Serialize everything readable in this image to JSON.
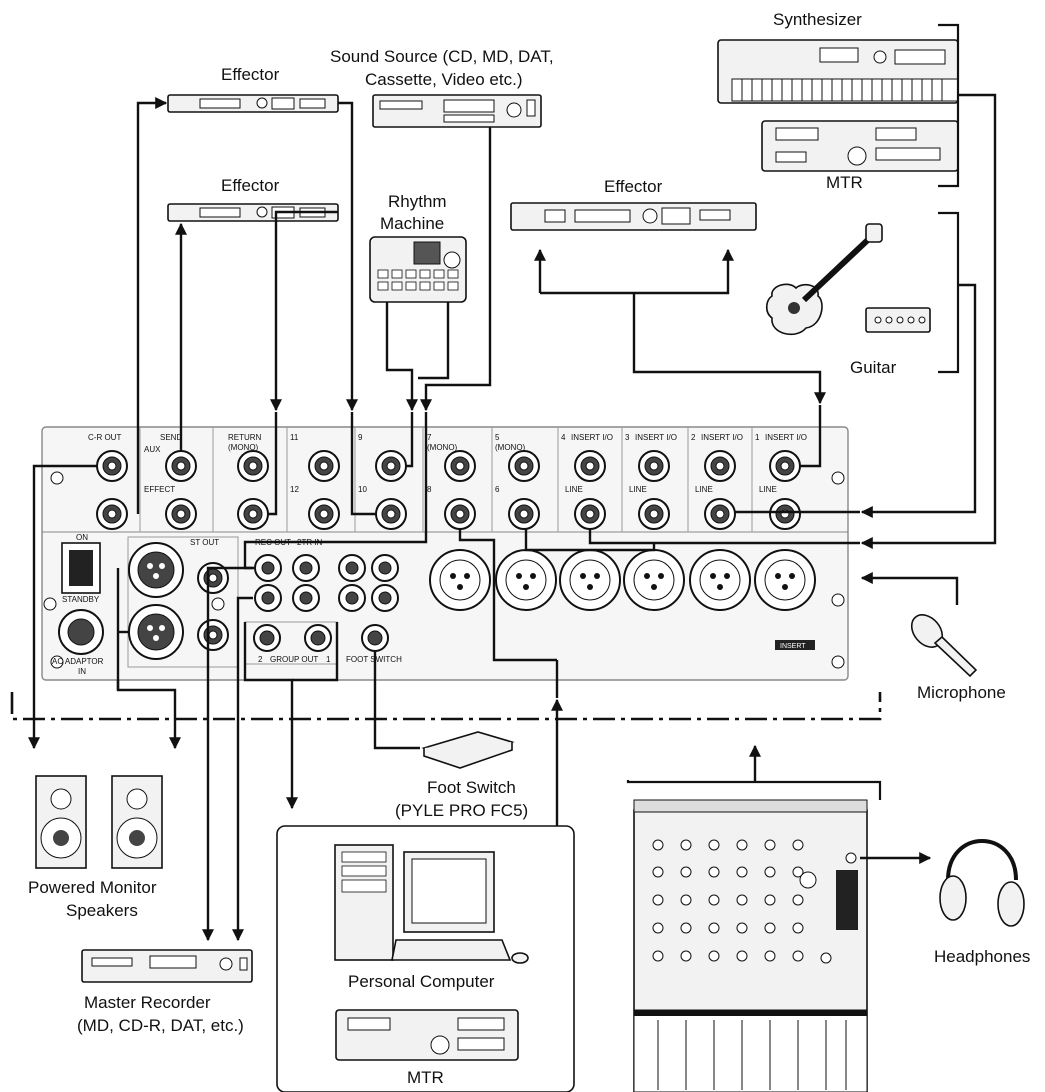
{
  "labels": {
    "synthesizer": "Synthesizer",
    "mtr_top": "MTR",
    "sound_source_1": "Sound Source (CD, MD, DAT,",
    "sound_source_2": "Cassette, Video etc.)",
    "effector_1": "Effector",
    "effector_2": "Effector",
    "effector_3": "Effector",
    "rhythm_1": "Rhythm",
    "rhythm_2": "Machine",
    "guitar": "Guitar",
    "microphone": "Microphone",
    "foot_switch_1": "Foot Switch",
    "foot_switch_2": "(PYLE PRO FC5)",
    "powered_monitor_1": "Powered Monitor",
    "powered_monitor_2": "Speakers",
    "master_recorder_1": "Master Recorder",
    "master_recorder_2": "(MD, CD-R, DAT, etc.)",
    "personal_computer": "Personal Computer",
    "mtr_bottom": "MTR",
    "headphones": "Headphones"
  },
  "panel_labels": {
    "cr_out": "C-R OUT",
    "send": "SEND",
    "aux": "AUX",
    "effect": "EFFECT",
    "return": "RETURN",
    "mono": "(MONO)",
    "ch11": "11",
    "ch12": "12",
    "ch9": "9",
    "ch10": "10",
    "ch7": "7",
    "ch8": "8",
    "ch5": "5",
    "ch6": "6",
    "ch4": "4",
    "ch3": "3",
    "ch2": "2",
    "ch1": "1",
    "insert_io": "INSERT I/O",
    "line": "LINE",
    "on": "ON",
    "standby": "STANDBY",
    "ac_adaptor": "AC ADAPTOR",
    "in": "IN",
    "st_out": "ST OUT",
    "rec_out": "REC OUT",
    "2tr_in": "2TR IN",
    "group_out": "GROUP OUT",
    "group_2": "2",
    "group_1": "1",
    "foot_switch": "FOOT SWITCH",
    "insert": "INSERT"
  }
}
